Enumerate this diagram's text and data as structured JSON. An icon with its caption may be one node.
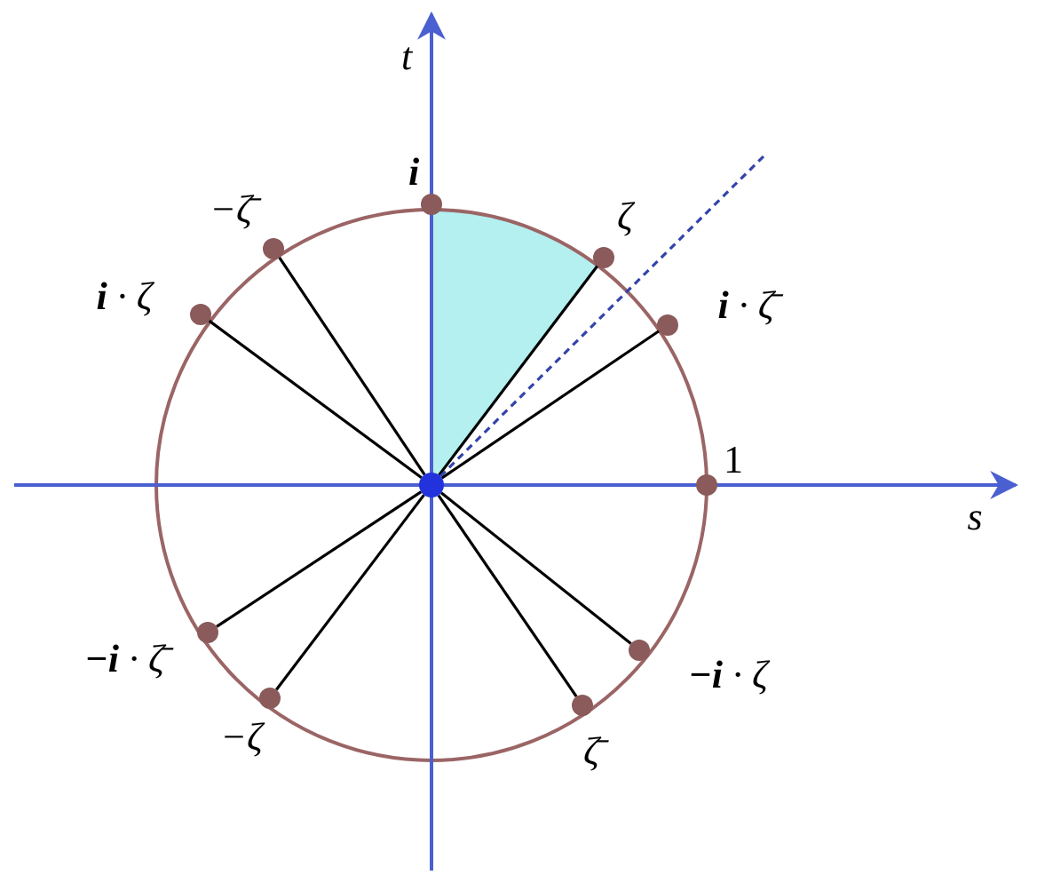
{
  "diagram": {
    "nodes": [
      {
        "text": [
          "i"
        ]
      },
      {
        "text": [
          "−ζ̄"
        ]
      },
      {
        "text": [
          "ζ"
        ]
      },
      {
        "text": [
          "**i** · ζ"
        ]
      },
      {
        "text": [
          "**i** · ζ̄"
        ]
      },
      {
        "text": [],
        "shape": "circle"
      },
      {
        "text": [
          "1"
        ]
      },
      {
        "text": [
          "**−i** · ζ̄"
        ]
      },
      {
        "text": [
          "**−i** · ζ"
        ]
      },
      {
        "text": [
          "−ζ"
        ]
      },
      {
        "text": [
          "ζ̄"
        ]
      }
    ],
    "edges": [
      {
        "from": 5,
        "to": 1,
        "arrow": "none"
      },
      {
        "from": 5,
        "to": 2,
        "arrow": "none"
      },
      {
        "from": 5,
        "to": 3,
        "arrow": "none"
      },
      {
        "from": 5,
        "to": 4,
        "arrow": "none"
      },
      {
        "from": 5,
        "to": 7,
        "arrow": "none"
      },
      {
        "from": 5,
        "to": 8,
        "arrow": "none"
      },
      {
        "from": 5,
        "to": 9,
        "arrow": "none"
      },
      {
        "from": 5,
        "to": 10,
        "arrow": "none"
      },
      {
        "from": 5,
        "to": null,
        "arrow": "none",
        "style": "dashed",
        "color": "#3344aa"
      }
    ],
    "labels": [
      "t",
      "s"
    ]
  }
}
